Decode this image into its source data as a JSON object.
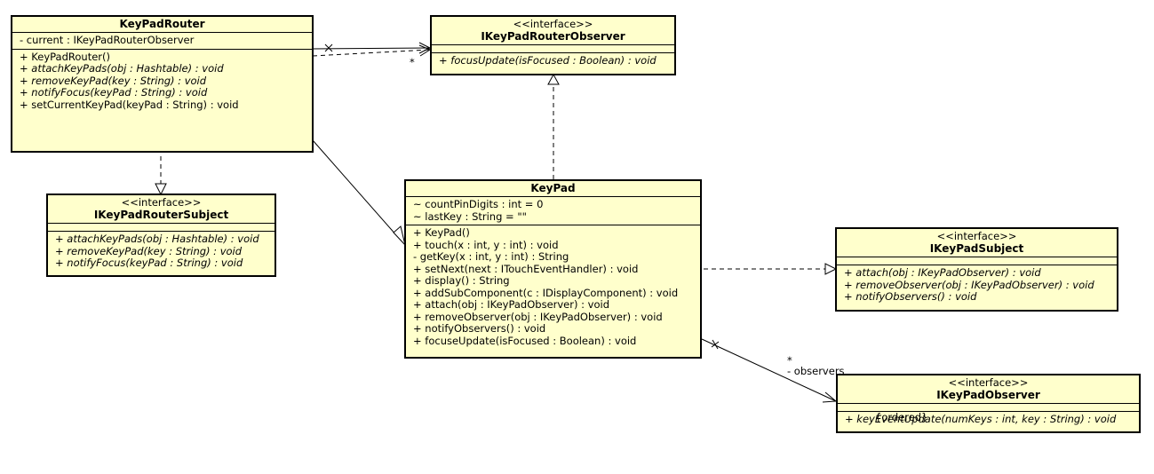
{
  "classes": {
    "keypadrouter": {
      "name": "KeyPadRouter",
      "attributes": [
        "- current : IKeyPadRouterObserver"
      ],
      "operations": [
        {
          "text": "+ KeyPadRouter()",
          "italic": false
        },
        {
          "text": "+ attachKeyPads(obj : Hashtable) : void",
          "italic": true
        },
        {
          "text": "+ removeKeyPad(key : String) : void",
          "italic": true
        },
        {
          "text": "+ notifyFocus(keyPad : String) : void",
          "italic": true
        },
        {
          "text": "+ setCurrentKeyPad(keyPad : String) : void",
          "italic": false
        }
      ]
    },
    "ikeypadrouterobserver": {
      "stereotype": "<<interface>>",
      "name": "IKeyPadRouterObserver",
      "operations": [
        {
          "text": "+ focusUpdate(isFocused : Boolean) : void",
          "italic": true
        }
      ]
    },
    "ikeypadroutersubject": {
      "stereotype": "<<interface>>",
      "name": "IKeyPadRouterSubject",
      "operations": [
        {
          "text": "+ attachKeyPads(obj : Hashtable) : void",
          "italic": true
        },
        {
          "text": "+ removeKeyPad(key : String) : void",
          "italic": true
        },
        {
          "text": "+ notifyFocus(keyPad : String) : void",
          "italic": true
        }
      ]
    },
    "keypad": {
      "name": "KeyPad",
      "attributes": [
        "~ countPinDigits : int = 0",
        "~ lastKey : String = \"\""
      ],
      "operations": [
        {
          "text": "+ KeyPad()",
          "italic": false
        },
        {
          "text": "+ touch(x : int, y : int) : void",
          "italic": false
        },
        {
          "text": "- getKey(x : int, y : int) : String",
          "italic": false
        },
        {
          "text": "+ setNext(next : ITouchEventHandler) : void",
          "italic": false
        },
        {
          "text": "+ display() : String",
          "italic": false
        },
        {
          "text": "+ addSubComponent(c : IDisplayComponent) : void",
          "italic": false
        },
        {
          "text": "+ attach(obj : IKeyPadObserver) : void",
          "italic": false
        },
        {
          "text": "+ removeObserver(obj : IKeyPadObserver) : void",
          "italic": false
        },
        {
          "text": "+ notifyObservers() : void",
          "italic": false
        },
        {
          "text": "+ focuseUpdate(isFocused : Boolean) : void",
          "italic": false
        }
      ]
    },
    "ikeypadsubject": {
      "stereotype": "<<interface>>",
      "name": "IKeyPadSubject",
      "operations": [
        {
          "text": "+ attach(obj : IKeyPadObserver) : void",
          "italic": true
        },
        {
          "text": "+ removeObserver(obj : IKeyPadObserver) : void",
          "italic": true
        },
        {
          "text": "+ notifyObservers() : void",
          "italic": true
        }
      ]
    },
    "ikeypadobserver": {
      "stereotype": "<<interface>>",
      "name": "IKeyPadObserver",
      "operations": [
        {
          "text": "+ keyEventUpdate(numKeys : int, key : String) : void",
          "italic": true
        }
      ]
    }
  },
  "labels": {
    "router_assoc_mult": "*",
    "observers_mult": "*",
    "observers_role": "- observers",
    "observers_constraint": "{ordered}"
  },
  "colors": {
    "class_fill": "#ffffcc",
    "line": "#000000"
  }
}
